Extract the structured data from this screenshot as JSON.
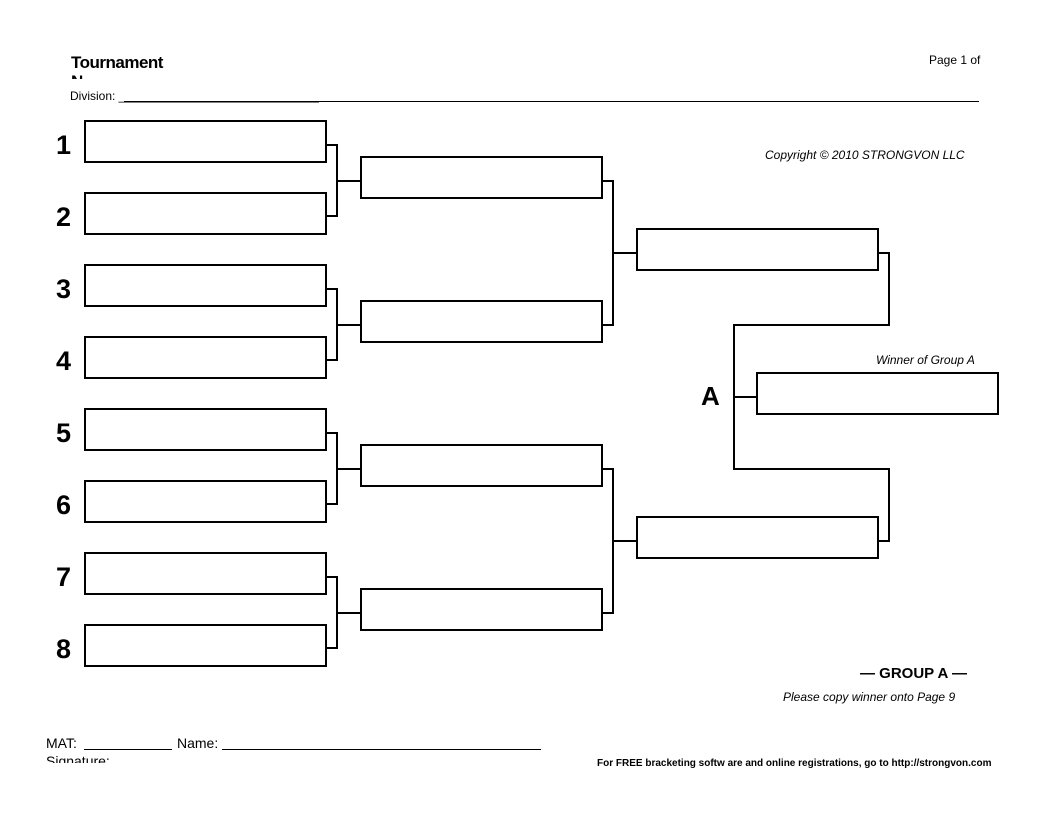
{
  "header": {
    "title": "Tournament",
    "title_clipped": "N",
    "page_label": "Page 1 of",
    "division_label": "Division: ______________________________"
  },
  "copyright": "Copyright © 2010 STRONGVON LLC",
  "seeds": [
    "1",
    "2",
    "3",
    "4",
    "5",
    "6",
    "7",
    "8"
  ],
  "winner_label": "Winner of Group A",
  "group_letter": "A",
  "group_footer": "— GROUP A —",
  "copy_note": "Please copy winner onto Page 9",
  "form": {
    "mat_label": "MAT:",
    "name_label": "Name:",
    "signature_label": "Signature:"
  },
  "footer_text": "For FREE bracketing softw are and online registrations, go to http://strongvon.com"
}
